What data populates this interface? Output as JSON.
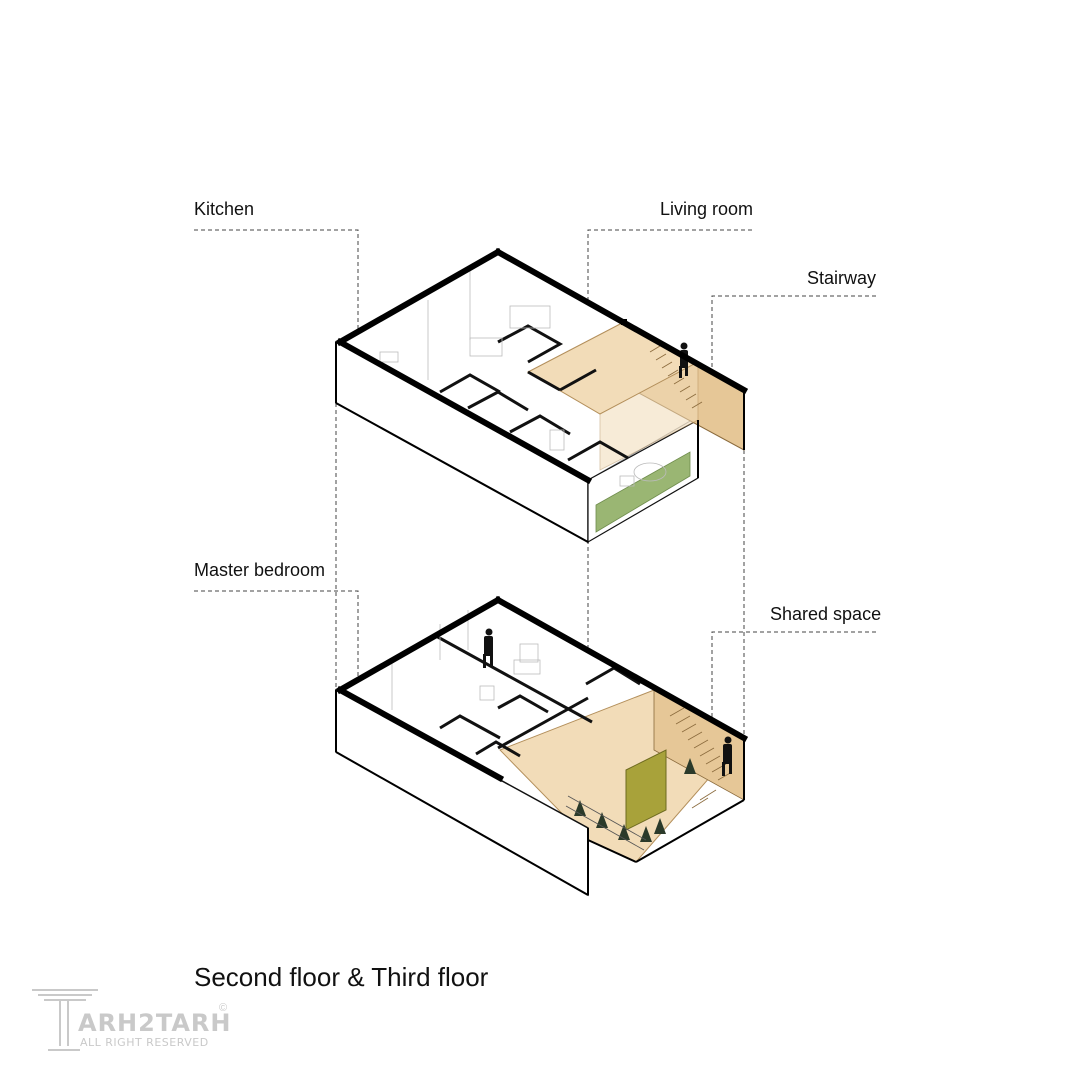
{
  "labels": {
    "kitchen": "Kitchen",
    "living_room": "Living room",
    "stairway": "Stairway",
    "master_bedroom": "Master bedroom",
    "shared_space": "Shared space"
  },
  "title": "Second floor & Third floor",
  "watermark": {
    "name": "ARH2TARH",
    "rights": "ALL RIGHT RESERVED",
    "copyright": "©"
  },
  "colors": {
    "wall": "#000000",
    "timber": "#f2dcb8",
    "timber_dark": "#e6c797",
    "green_floor": "#9ab673",
    "olive_panel": "#a8a23a",
    "leader_line": "#444444",
    "watermark": "#c9c9c9"
  }
}
